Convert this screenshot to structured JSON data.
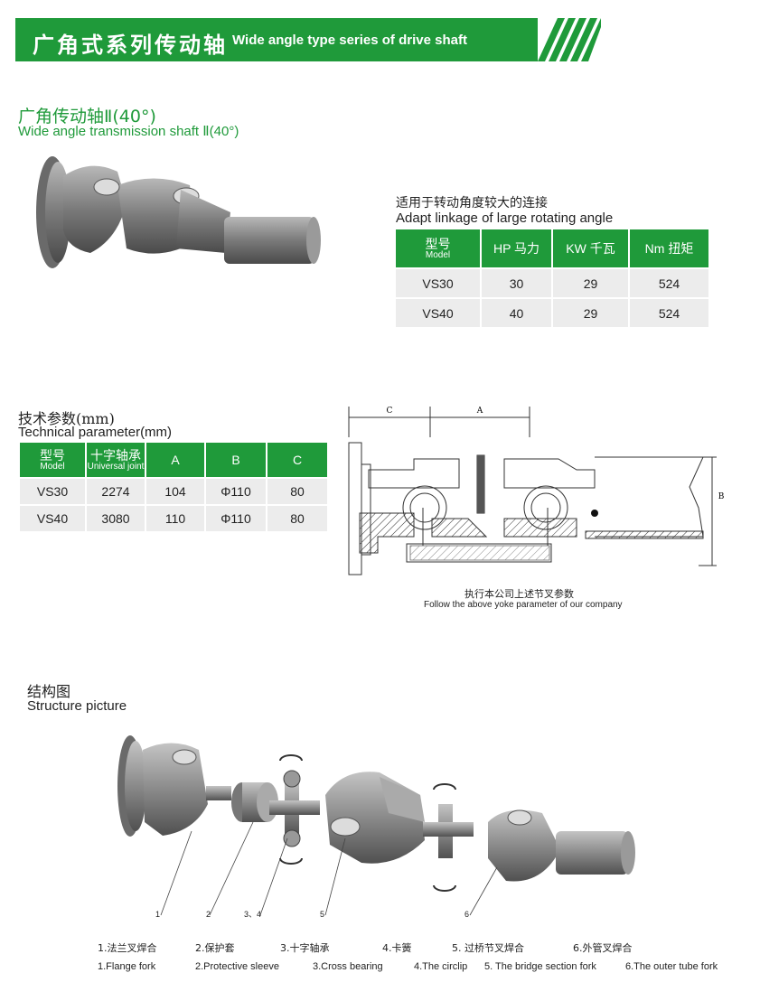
{
  "header": {
    "title_cn": "广角式系列传动轴",
    "title_en": "Wide angle type series of drive shaft"
  },
  "section1": {
    "title_cn": "广角传动轴Ⅱ(40°)",
    "title_en": "Wide angle transmission shaft Ⅱ(40°)",
    "note_cn": "适用于转动角度较大的连接",
    "note_en": "Adapt linkage of large rotating  angle",
    "table": {
      "headers": [
        {
          "cn": "型号",
          "en": "Model"
        },
        {
          "cn": "HP 马力",
          "en": ""
        },
        {
          "cn": "KW 千瓦",
          "en": ""
        },
        {
          "cn": "Nm 扭矩",
          "en": ""
        }
      ],
      "rows": [
        [
          "VS30",
          "30",
          "29",
          "524"
        ],
        [
          "VS40",
          "40",
          "29",
          "524"
        ]
      ]
    }
  },
  "section2": {
    "title_cn": "技术参数(mm)",
    "title_en": "Technical parameter(mm)",
    "table": {
      "headers": [
        {
          "cn": "型号",
          "en": "Model"
        },
        {
          "cn": "十字轴承",
          "en": "Universal joint"
        },
        {
          "cn": "A",
          "en": ""
        },
        {
          "cn": "B",
          "en": ""
        },
        {
          "cn": "C",
          "en": ""
        }
      ],
      "rows": [
        [
          "VS30",
          "2274",
          "104",
          "Φ110",
          "80"
        ],
        [
          "VS40",
          "3080",
          "110",
          "Φ110",
          "80"
        ]
      ]
    },
    "drawing": {
      "dim_c": "C",
      "dim_a": "A",
      "dim_b": "B",
      "caption_cn": "执行本公司上述节叉参数",
      "caption_en": "Follow the  above yoke  parameter of our company"
    }
  },
  "section3": {
    "title_cn": "结构图",
    "title_en": "Structure picture",
    "callouts": [
      "1",
      "2",
      "3、4",
      "5",
      "6"
    ],
    "parts_cn": [
      "1.法兰叉焊合",
      "2.保护套",
      "3.十字轴承",
      "4.卡簧",
      "5. 过桥节叉焊合",
      "6.外管叉焊合"
    ],
    "parts_en": [
      "1.Flange fork",
      "2.Protective sleeve",
      "3.Cross bearing",
      "4.The circlip",
      "5. The bridge section fork",
      "6.The outer tube fork"
    ]
  },
  "colors": {
    "brand_green": "#1f9a3a",
    "cell_gray": "#ececec"
  }
}
